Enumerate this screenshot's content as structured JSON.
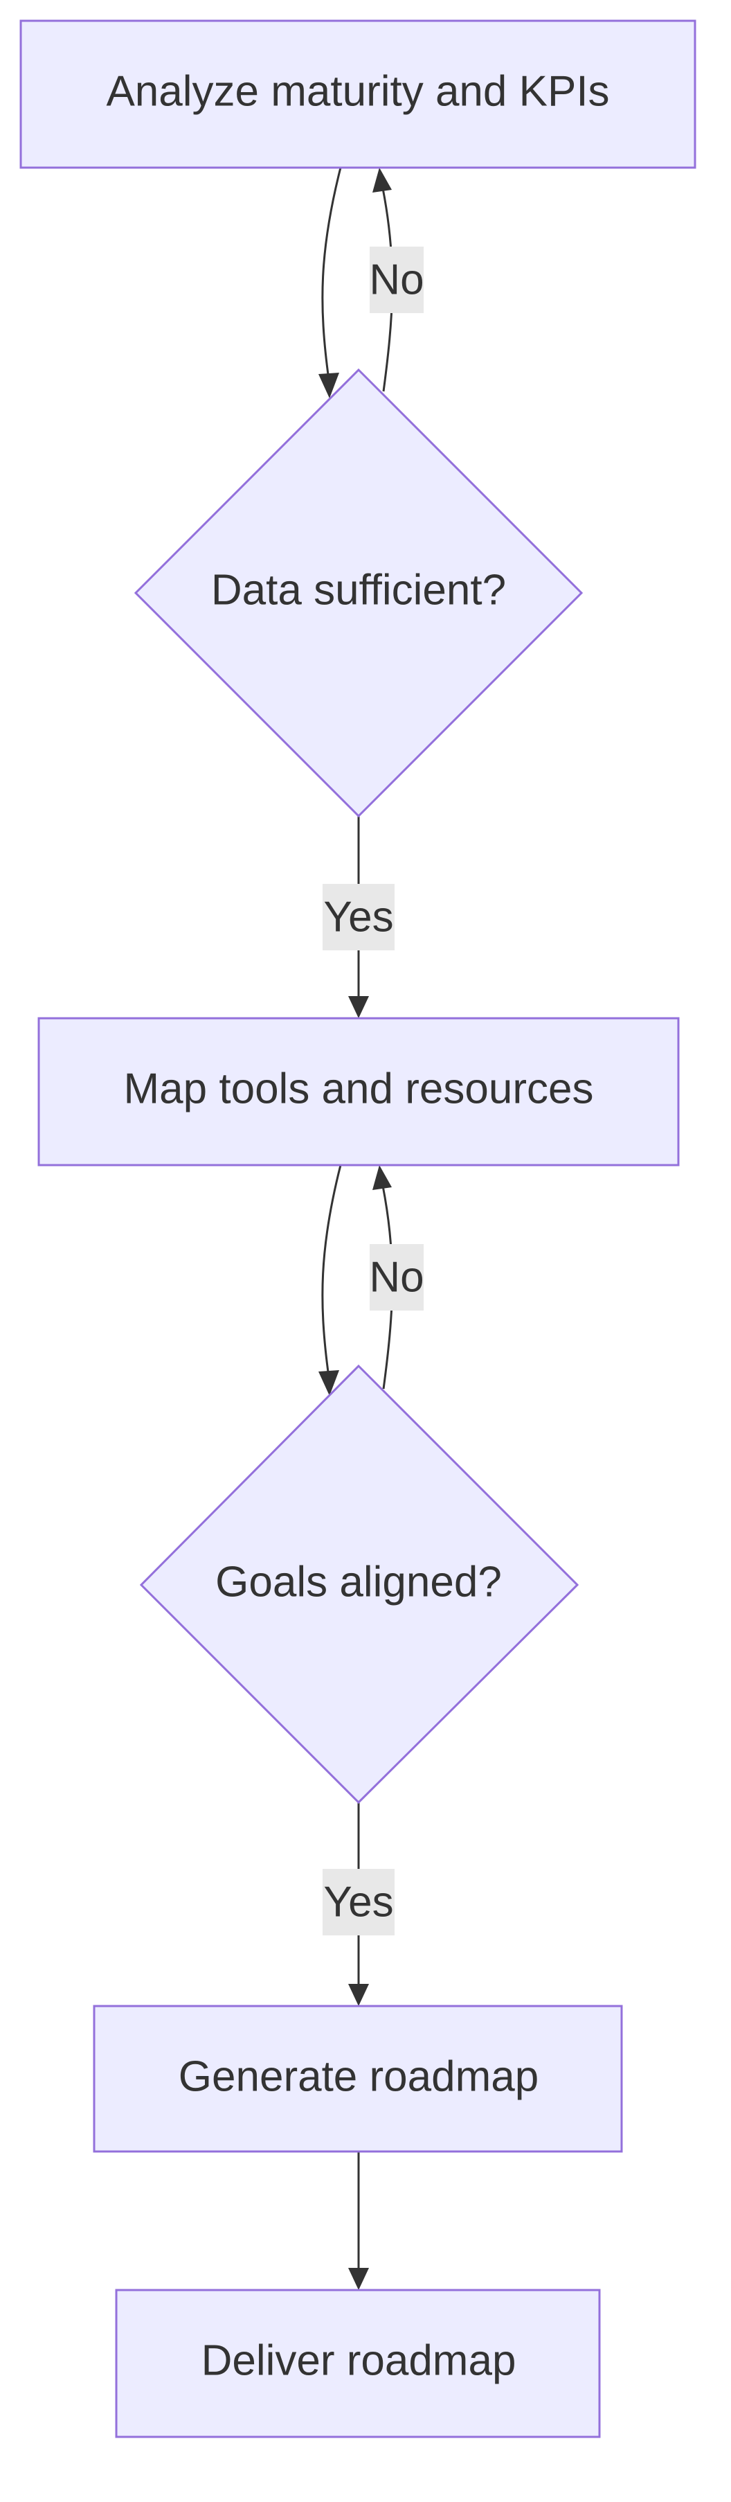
{
  "diagram": {
    "type": "flowchart",
    "nodes": {
      "analyze": {
        "label": "Analyze maturity and KPIs",
        "shape": "rectangle"
      },
      "data_check": {
        "label": "Data sufficient?",
        "shape": "diamond"
      },
      "map_tools": {
        "label": "Map tools and resources",
        "shape": "rectangle"
      },
      "goals_check": {
        "label": "Goals aligned?",
        "shape": "diamond"
      },
      "generate": {
        "label": "Generate roadmap",
        "shape": "rectangle"
      },
      "deliver": {
        "label": "Deliver roadmap",
        "shape": "rectangle"
      }
    },
    "edges": [
      {
        "from": "analyze",
        "to": "data_check",
        "label": ""
      },
      {
        "from": "data_check",
        "to": "analyze",
        "label": "No"
      },
      {
        "from": "data_check",
        "to": "map_tools",
        "label": "Yes"
      },
      {
        "from": "map_tools",
        "to": "goals_check",
        "label": ""
      },
      {
        "from": "goals_check",
        "to": "map_tools",
        "label": "No"
      },
      {
        "from": "goals_check",
        "to": "generate",
        "label": "Yes"
      },
      {
        "from": "generate",
        "to": "deliver",
        "label": ""
      }
    ],
    "colors": {
      "node_fill": "#ececff",
      "node_stroke": "#9370db",
      "edge": "#333333",
      "edge_label_bg": "#e8e8e8",
      "text": "#333333"
    }
  }
}
